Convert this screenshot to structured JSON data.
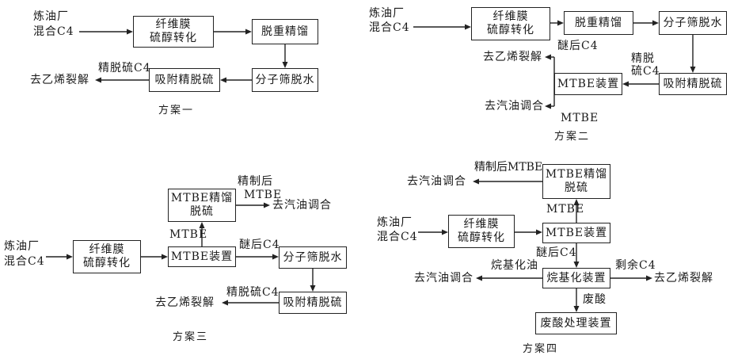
{
  "scheme1": {
    "title": "方案一",
    "feed": {
      "line1": "炼油厂",
      "line2": "混合C4"
    },
    "fiber_unit": {
      "line1": "纤维膜",
      "line2": "硫醇转化"
    },
    "deheavy_unit": "脱重精馏",
    "dehydration_unit": "分子筛脱水",
    "adsorption_unit": "吸附精脱硫",
    "stream_fine_desulf": "精脱硫C4",
    "to_ethylene": "去乙烯裂解"
  },
  "scheme2": {
    "title": "方案二",
    "feed": {
      "line1": "炼油厂",
      "line2": "混合C4"
    },
    "fiber_unit": {
      "line1": "纤维膜",
      "line2": "硫醇转化"
    },
    "deheavy_unit": "脱重精馏",
    "dehydration_unit": "分子筛脱水",
    "adsorption_unit": "吸附精脱硫",
    "stream_fine_desulf": {
      "line1": "精脱",
      "line2": "硫C4"
    },
    "mtbe_unit": "MTBE装置",
    "stream_ether_c4": "醚后C4",
    "to_ethylene": "去乙烯裂解",
    "to_gasoline": "去汽油调合",
    "stream_mtbe": "MTBE"
  },
  "scheme3": {
    "title": "方案三",
    "feed": {
      "line1": "炼油厂",
      "line2": "混合C4"
    },
    "fiber_unit": {
      "line1": "纤维膜",
      "line2": "硫醇转化"
    },
    "mtbe_unit": "MTBE装置",
    "stream_ether_c4": "醚后C4",
    "dehydration_unit": "分子筛脱水",
    "adsorption_unit": "吸附精脱硫",
    "stream_fine_desulf": "精脱硫C4",
    "to_ethylene": "去乙烯裂解",
    "stream_mtbe": "MTBE",
    "mtbe_distillation_unit": {
      "line1": "MTBE精馏",
      "line2": "脱硫"
    },
    "stream_refined_mtbe": {
      "line1": "精制后",
      "line2": "MTBE"
    },
    "to_gasoline": "去汽油调合"
  },
  "scheme4": {
    "title": "方案四",
    "mtbe_distillation_unit": {
      "line1": "MTBE精馏",
      "line2": "脱硫"
    },
    "stream_refined_mtbe": "精制后MTBE",
    "to_gasoline_top": "去汽油调合",
    "stream_mtbe": "MTBE",
    "feed": {
      "line1": "炼油厂",
      "line2": "混合C4"
    },
    "fiber_unit": {
      "line1": "纤维膜",
      "line2": "硫醇转化"
    },
    "mtbe_unit": "MTBE装置",
    "stream_ether_c4": "醚后C4",
    "alkylation_unit": "烷基化装置",
    "stream_alkylate": "烷基化油",
    "to_gasoline_bottom": "去汽油调合",
    "stream_residual_c4": "剩余C4",
    "to_ethylene": "去乙烯裂解",
    "stream_spent_acid": "废酸",
    "spent_acid_unit": "废酸处理装置"
  },
  "colors": {
    "line": "#222222",
    "background": "#ffffff"
  }
}
